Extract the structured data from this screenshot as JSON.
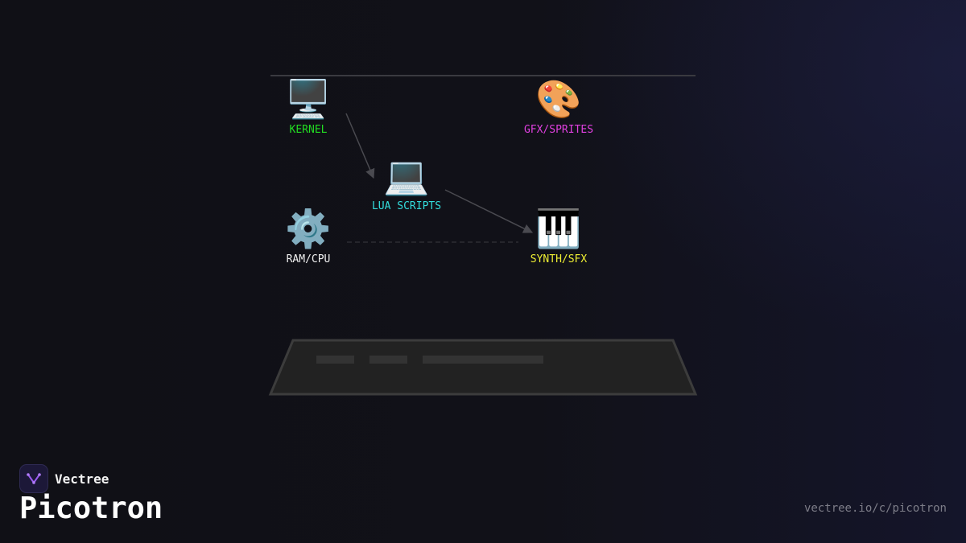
{
  "diagram": {
    "nodes": [
      {
        "id": "kernel",
        "label": "KERNEL",
        "icon": "desktop-computer-icon",
        "glyph": "🖥️",
        "color": "#22dd22"
      },
      {
        "id": "gfx",
        "label": "GFX/SPRITES",
        "icon": "palette-icon",
        "glyph": "🎨",
        "color": "#e040e0"
      },
      {
        "id": "lua",
        "label": "LUA SCRIPTS",
        "icon": "laptop-icon",
        "glyph": "💻",
        "color": "#33dddd"
      },
      {
        "id": "ram",
        "label": "RAM/CPU",
        "icon": "gear-icon",
        "glyph": "⚙️",
        "color": "#f0f0f0"
      },
      {
        "id": "synth",
        "label": "SYNTH/SFX",
        "icon": "piano-keys-icon",
        "glyph": "🎹",
        "color": "#eeee33"
      }
    ],
    "edges": [
      {
        "from": "kernel",
        "to": "lua",
        "style": "solid-arrow"
      },
      {
        "from": "lua",
        "to": "synth",
        "style": "solid-arrow"
      },
      {
        "from": "ram",
        "to": "synth",
        "style": "dashed"
      }
    ],
    "colors": {
      "edge": "#4a4a50",
      "dashed": "#3a3a40",
      "panel_fill": "#222222",
      "panel_stroke": "#3c3c3c",
      "panel_bar": "#333333"
    }
  },
  "branding": {
    "company": "Vectree",
    "product": "Picotron",
    "url": "vectree.io/c/picotron",
    "logo_icon": "vectree-logo-icon",
    "accent": "#9b5cf0"
  }
}
